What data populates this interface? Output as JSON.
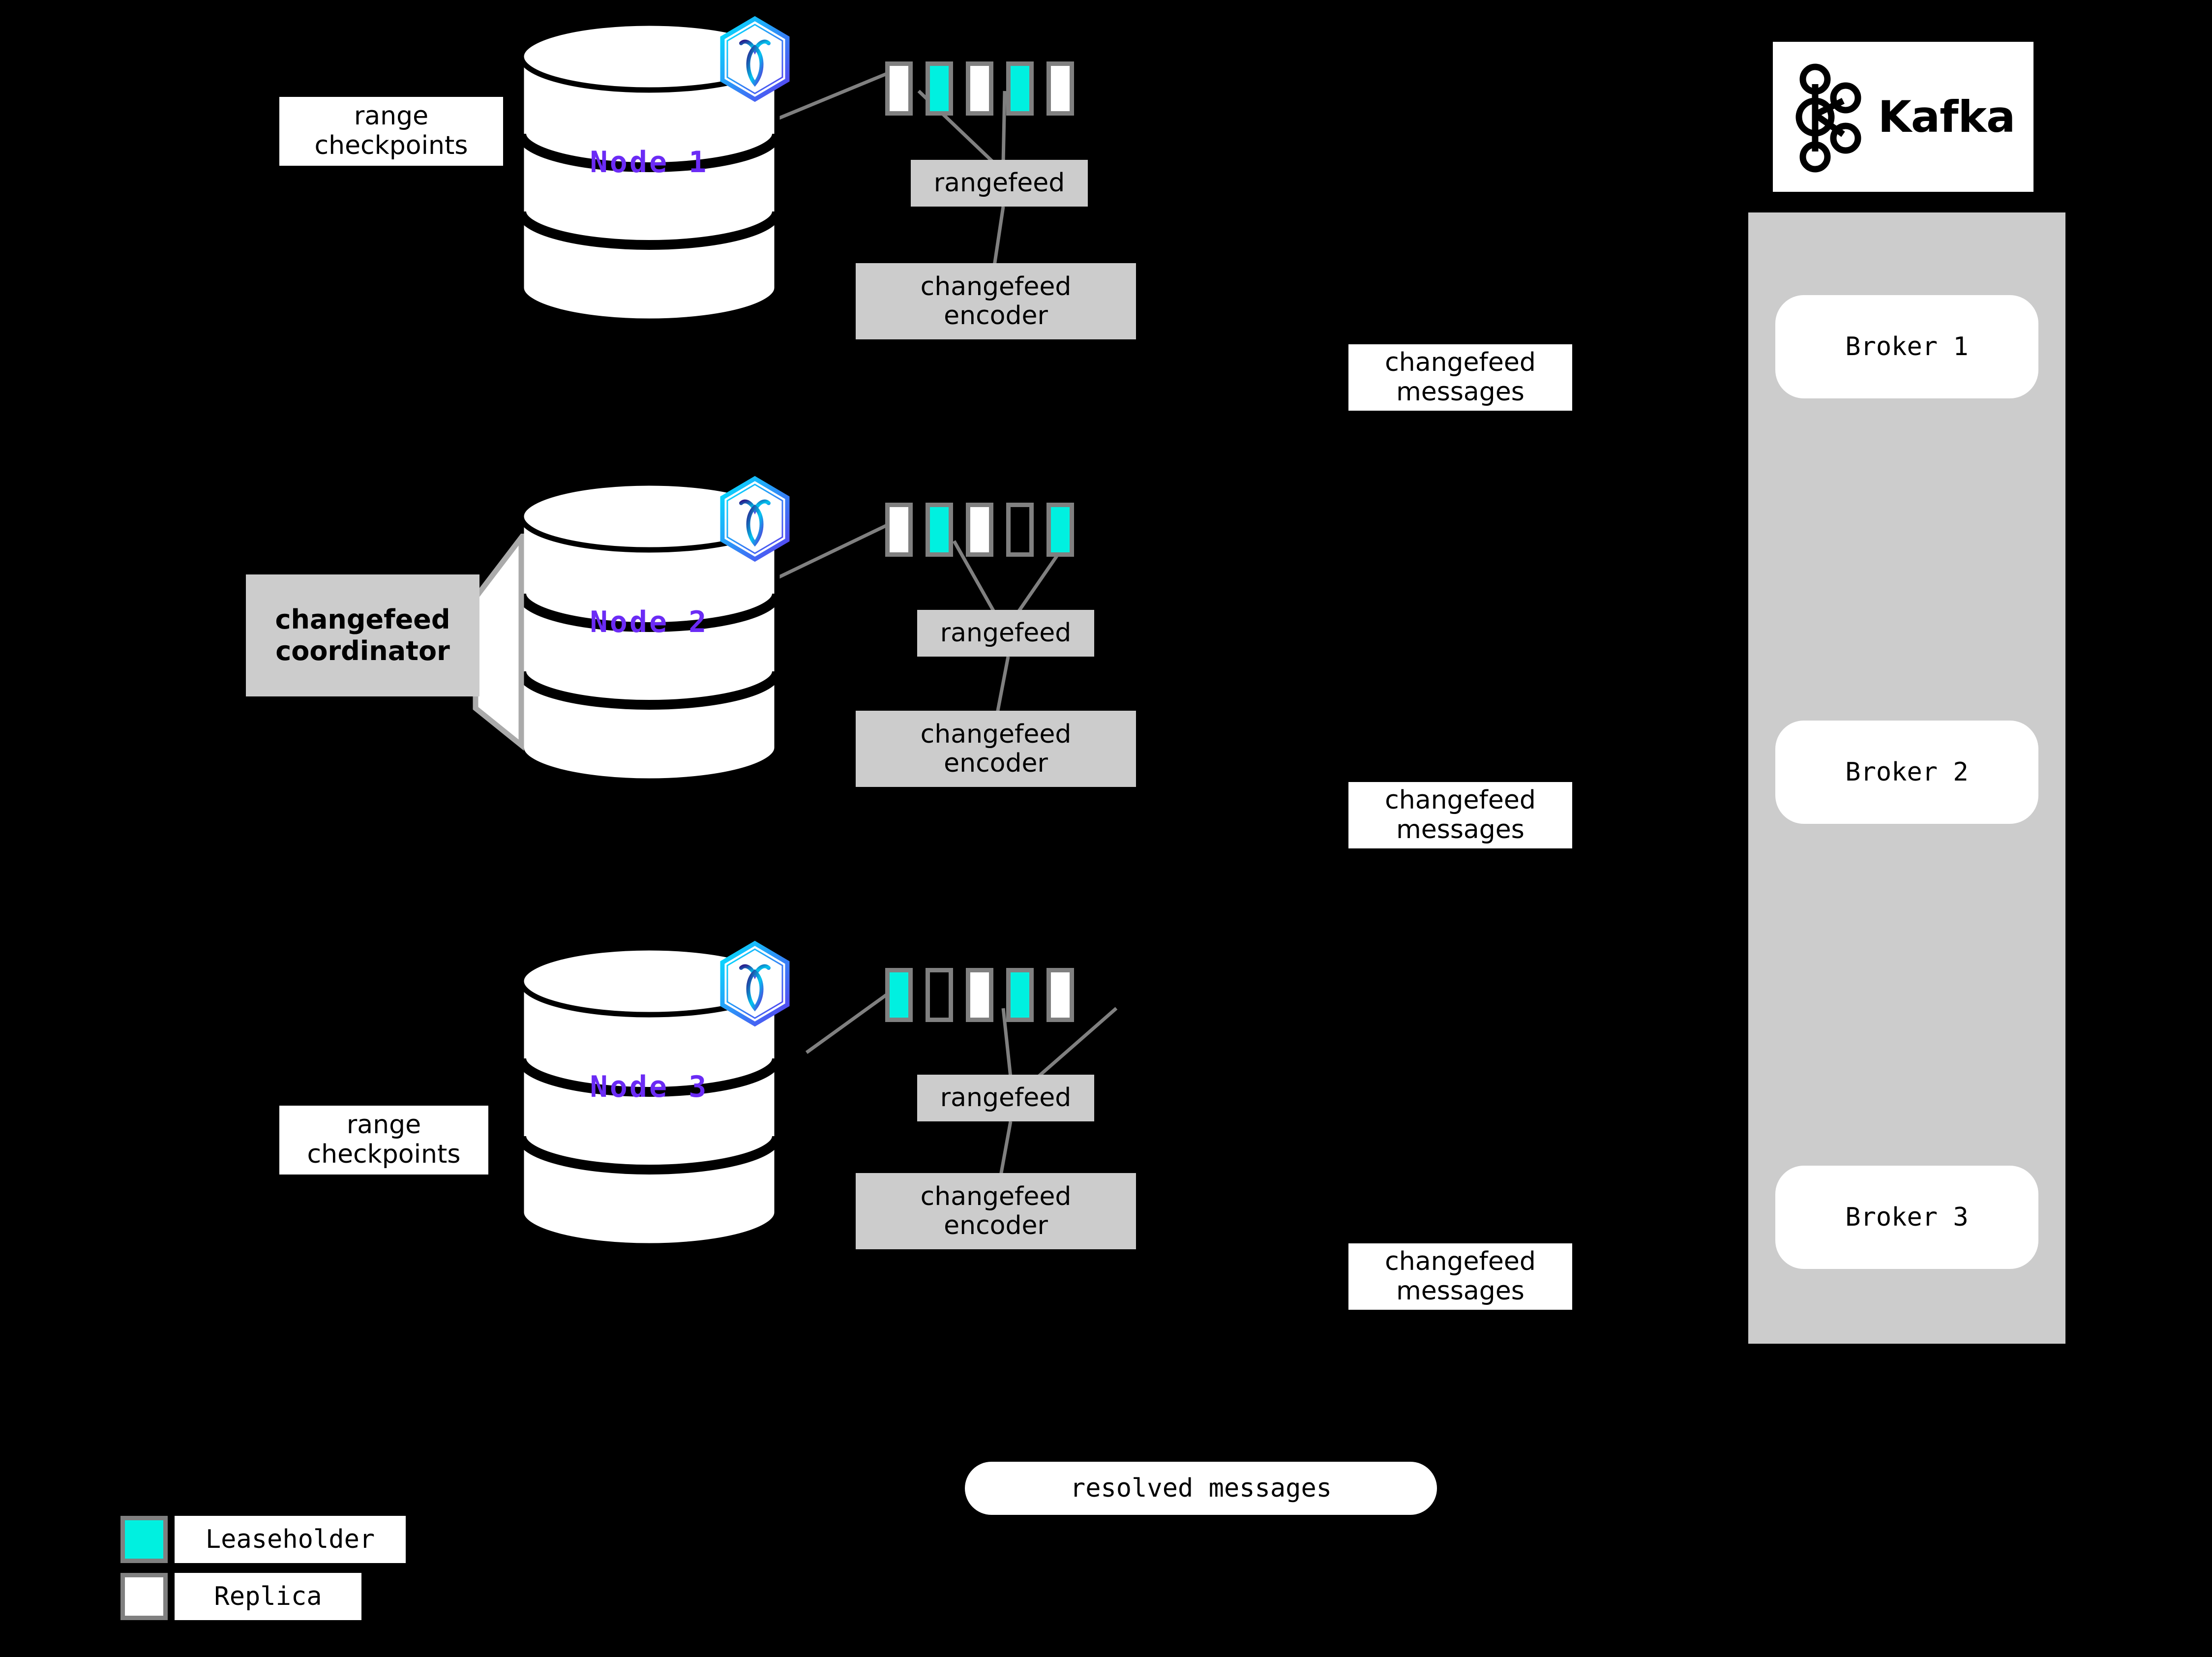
{
  "diagram": {
    "title": "CockroachDB changefeed to Kafka architecture",
    "background_color": "#000000",
    "accent_colors": {
      "leaseholder": "#00F0E0",
      "replica": "#FFFFFF",
      "node_label": "#6B2BF5",
      "process_box": "#CCCCCC",
      "square_border": "#808080",
      "connector": "#808080"
    }
  },
  "nodes": [
    {
      "id": "node1",
      "label": "Node 1",
      "logo_icon": "cockroachdb-hexagon-icon",
      "ranges": [
        "replica",
        "leaseholder",
        "replica",
        "leaseholder",
        "replica"
      ],
      "rangefeed_label": "rangefeed",
      "encoder_label": "changefeed\nencoder",
      "side_label": "range\ncheckpoints"
    },
    {
      "id": "node2",
      "label": "Node 2",
      "logo_icon": "cockroachdb-hexagon-icon",
      "ranges": [
        "replica",
        "leaseholder",
        "replica",
        "empty",
        "leaseholder"
      ],
      "rangefeed_label": "rangefeed",
      "encoder_label": "changefeed\nencoder",
      "coordinator_label": "changefeed\ncoordinator"
    },
    {
      "id": "node3",
      "label": "Node 3",
      "logo_icon": "cockroachdb-hexagon-icon",
      "ranges": [
        "leaseholder",
        "empty",
        "replica",
        "leaseholder",
        "replica"
      ],
      "rangefeed_label": "rangefeed",
      "encoder_label": "changefeed\nencoder",
      "side_label": "range\ncheckpoints"
    }
  ],
  "edge_labels": [
    {
      "id": "cfm1",
      "text": "changefeed\nmessages"
    },
    {
      "id": "cfm2",
      "text": "changefeed\nmessages"
    },
    {
      "id": "cfm3",
      "text": "changefeed\nmessages"
    }
  ],
  "resolved": {
    "label": "resolved messages"
  },
  "kafka": {
    "brand": "Kafka",
    "logo_icon": "kafka-nodes-icon",
    "brokers": [
      {
        "label": "Broker 1"
      },
      {
        "label": "Broker 2"
      },
      {
        "label": "Broker 3"
      }
    ]
  },
  "legend": {
    "items": [
      {
        "swatch": "leaseholder",
        "label": "Leaseholder"
      },
      {
        "swatch": "replica",
        "label": "Replica"
      }
    ]
  }
}
